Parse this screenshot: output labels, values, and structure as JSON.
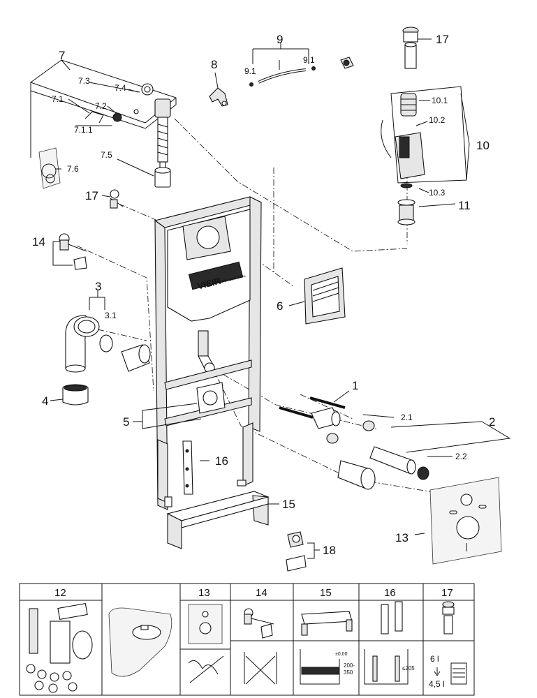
{
  "brand_logo": "VIEIR",
  "brand_sub": "PROFESSIONAL",
  "callouts": {
    "p1": "1",
    "p2": "2",
    "p2_1": "2.1",
    "p2_2": "2.2",
    "p3": "3",
    "p3_1": "3.1",
    "p4": "4",
    "p5": "5",
    "p6": "6",
    "p7": "7",
    "p7_1": "7.1",
    "p7_1_1": "7.1.1",
    "p7_2": "7.2",
    "p7_3": "7.3",
    "p7_4": "7.4",
    "p7_5": "7.5",
    "p7_6": "7.6",
    "p8": "8",
    "p9": "9",
    "p9_1a": "9.1",
    "p9_1b": "9.1",
    "p10": "10",
    "p10_1": "10.1",
    "p10_2": "10.2",
    "p10_3": "10.3",
    "p11": "11",
    "p13": "13",
    "p14": "14",
    "p15": "15",
    "p16": "16",
    "p17a": "17",
    "p17b": "17",
    "p18": "18"
  },
  "table": {
    "headers": [
      "12",
      "",
      "13",
      "14",
      "15",
      "16",
      "17"
    ],
    "dims": {
      "d15a": "±0,00",
      "d15b": "200-",
      "d15c": "350",
      "d16": "≤205",
      "d17a": "6 l",
      "d17b": "4,5 l"
    }
  }
}
